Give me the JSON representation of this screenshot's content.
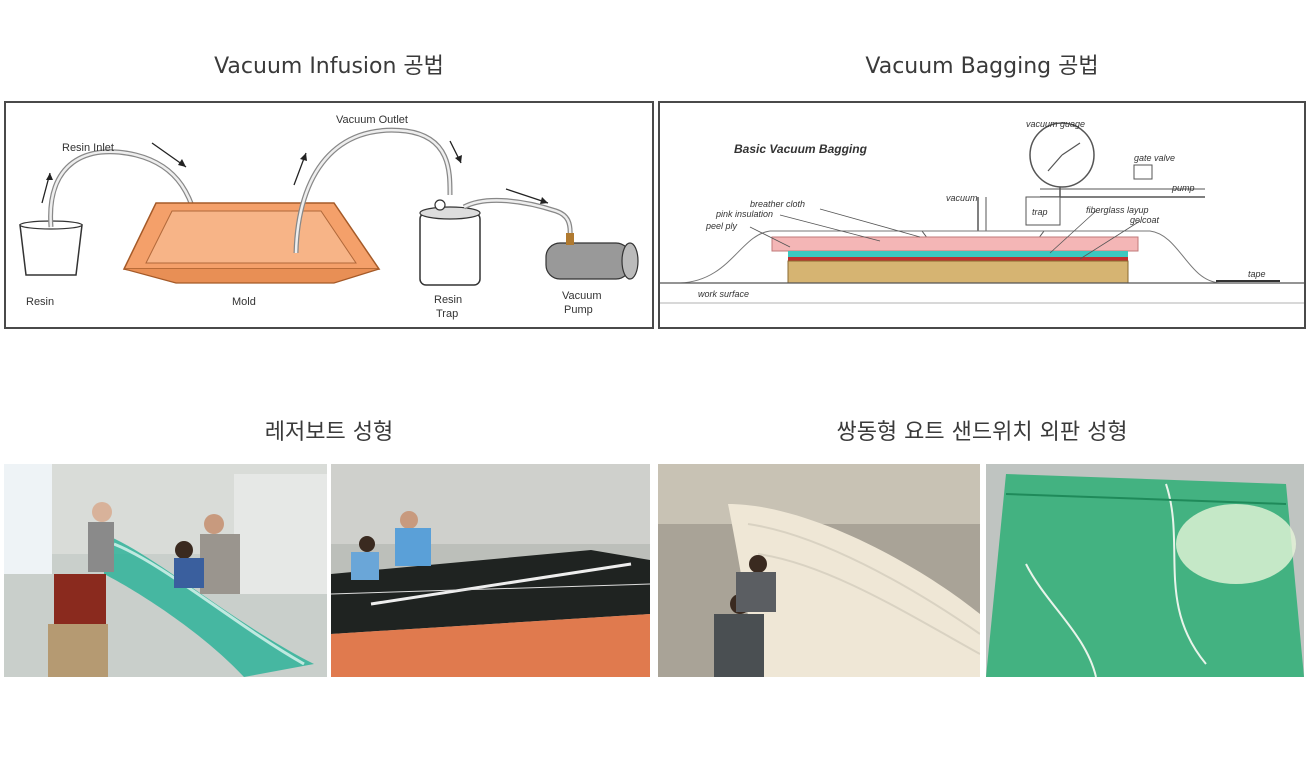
{
  "captions": {
    "infusion": "Vacuum Infusion 공법",
    "bagging": "Vacuum Bagging 공법",
    "laser": "레저보트 성형",
    "catamaran": "쌍동형 요트 샌드위치 외판 성형"
  },
  "infusion_diagram": {
    "resin_inlet": "Resin Inlet",
    "vacuum_outlet": "Vacuum Outlet",
    "resin": "Resin",
    "mold": "Mold",
    "resin_trap_1": "Resin",
    "resin_trap_2": "Trap",
    "vacuum_pump_1": "Vacuum",
    "vacuum_pump_2": "Pump"
  },
  "bagging_diagram": {
    "title": "Basic Vacuum Bagging",
    "vacuum_guage": "vacuum guage",
    "gate_valve": "gate valve",
    "pump": "pump",
    "vacuum": "vacuum",
    "trap": "trap",
    "breather_cloth": "breather cloth",
    "pink_insulation": "pink insulation",
    "peel_ply": "peel ply",
    "fiberglass_layup": "fiberglass layup",
    "gelcoat": "gelcoat",
    "tape": "tape",
    "work_surface": "work surface"
  },
  "colors": {
    "mold_fill": "#f4a06a",
    "pink_layer": "#f4b6b6",
    "teal_layer": "#3cc8c0",
    "gelcoat_fill": "#d6b472",
    "resin_green": "#2fb39a"
  }
}
